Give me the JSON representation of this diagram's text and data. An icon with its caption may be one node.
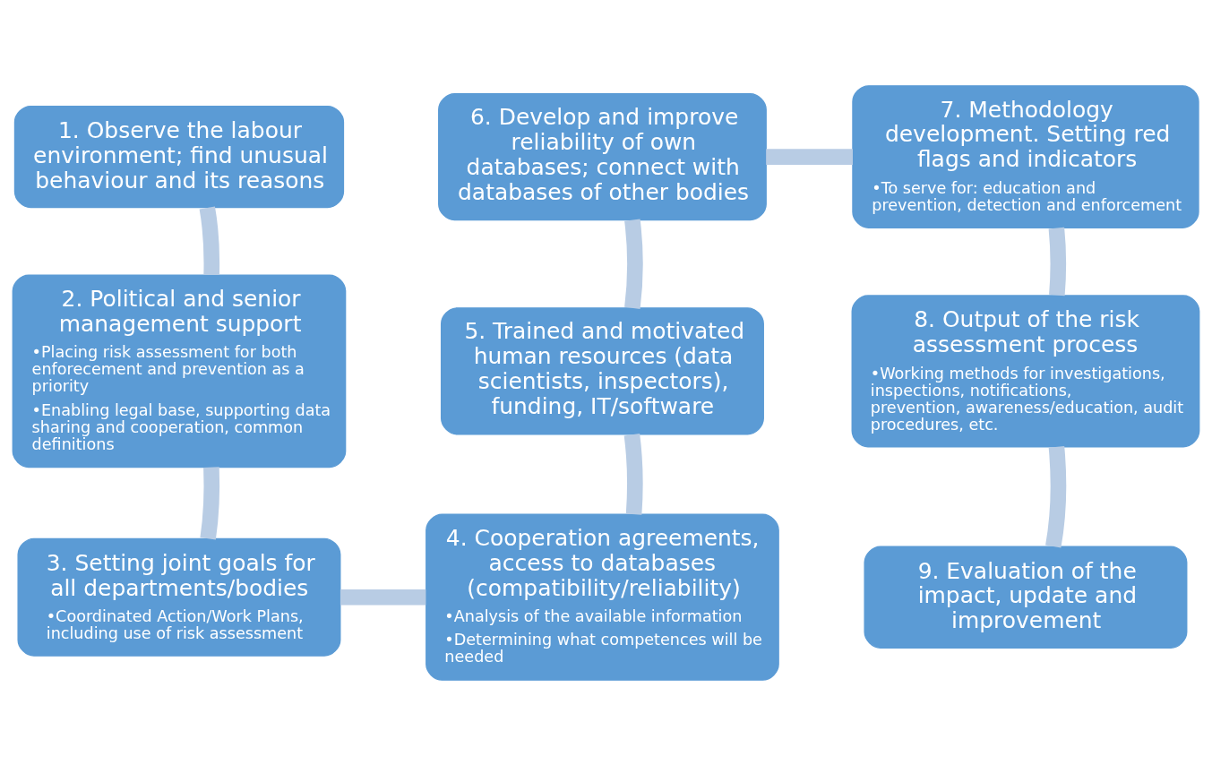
{
  "diagram": {
    "nodes": [
      {
        "text": [
          "1. Observe the labour environment; find unusual behaviour and its reasons"
        ]
      },
      {
        "text": [
          "2. Political and senior management support",
          "•Placing risk assessment for both enforecement and prevention as a priority",
          "•Enabling legal base, supporting data sharing and cooperation, common definitions"
        ]
      },
      {
        "text": [
          "3. Setting joint goals for all departments/bodies",
          "•Coordinated Action/Work Plans, including use of risk assessment"
        ]
      },
      {
        "text": [
          "4. Cooperation agreements, access to databases (compatibility/reliability)",
          "•Analysis of the available information",
          "•Determining what competences will be needed"
        ]
      },
      {
        "text": [
          "5. Trained and motivated human resources (data scientists, inspectors), funding, IT/software"
        ]
      },
      {
        "text": [
          "6. Develop and improve reliability of own databases; connect with databases of other bodies"
        ]
      },
      {
        "text": [
          "7. Methodology development. Setting red flags and indicators",
          "•To serve for: education and prevention, detection and enforcement"
        ]
      },
      {
        "text": [
          "8. Output of the risk assessment process",
          "•Working methods for investigations, inspections, notifications, prevention, awareness/education, audit procedures, etc."
        ]
      },
      {
        "text": [
          "9. Evaluation of the impact, update and improvement"
        ]
      }
    ],
    "edges": [
      {
        "from": 0,
        "to": 1,
        "arrow": "none"
      },
      {
        "from": 1,
        "to": 2,
        "arrow": "none"
      },
      {
        "from": 2,
        "to": 3,
        "arrow": "none"
      },
      {
        "from": 3,
        "to": 4,
        "arrow": "none"
      },
      {
        "from": 4,
        "to": 5,
        "arrow": "none"
      },
      {
        "from": 5,
        "to": 6,
        "arrow": "none"
      },
      {
        "from": 6,
        "to": 7,
        "arrow": "none"
      },
      {
        "from": 7,
        "to": 8,
        "arrow": "none"
      }
    ]
  }
}
